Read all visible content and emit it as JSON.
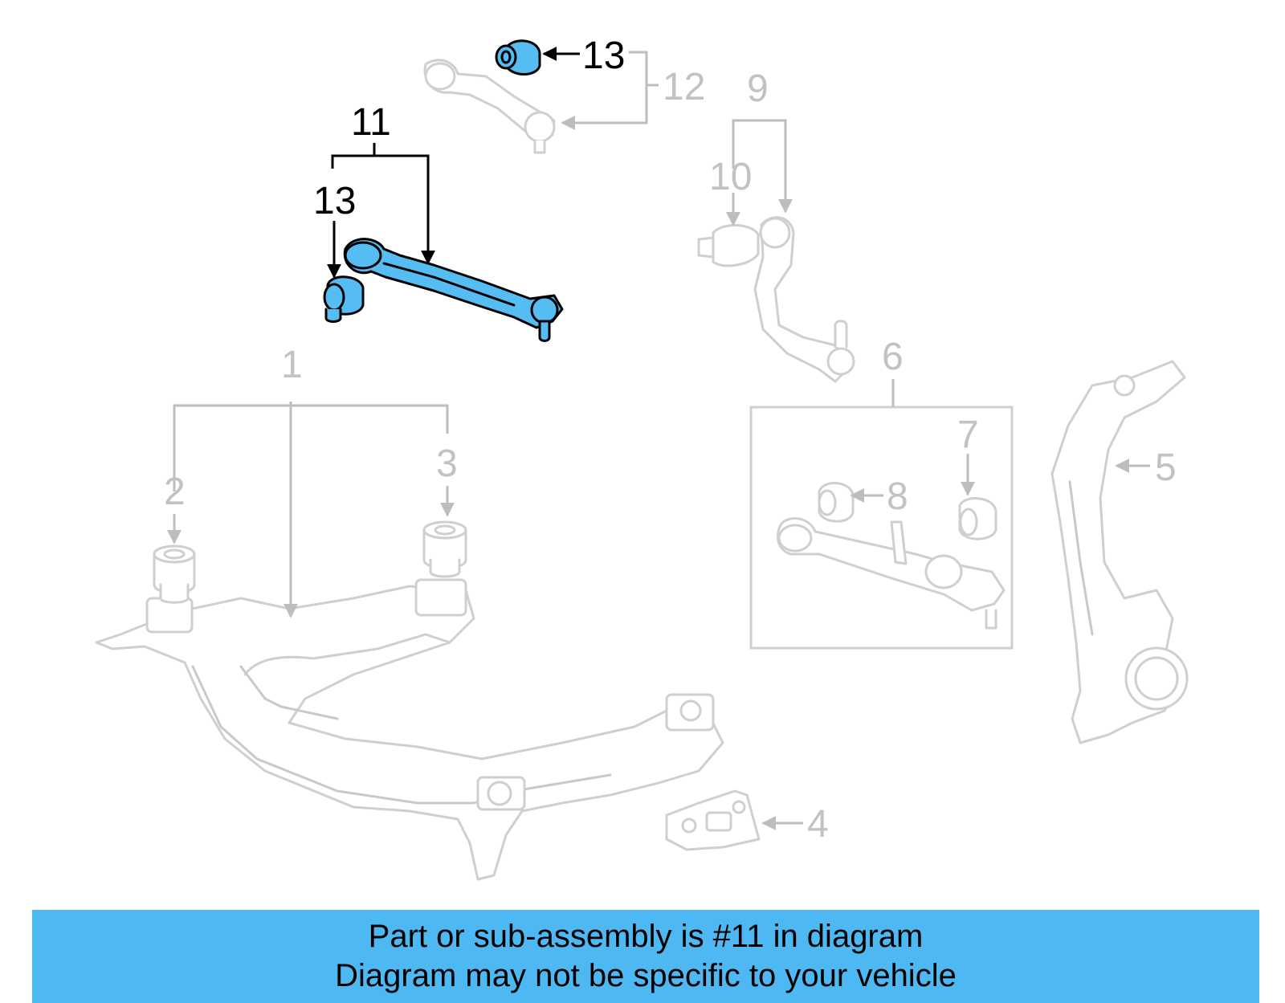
{
  "colors": {
    "highlight": "#56bdf2",
    "banner": "#4db8f2",
    "ghost": "#c2c2c2"
  },
  "callouts": {
    "c1": "1",
    "c2": "2",
    "c3": "3",
    "c4": "4",
    "c5": "5",
    "c6": "6",
    "c7": "7",
    "c8": "8",
    "c9": "9",
    "c10": "10",
    "c11": "11",
    "c12": "12",
    "c13_top": "13",
    "c13_left": "13"
  },
  "highlighted_part": "11",
  "banner": {
    "line1": "Part or sub-assembly is #11 in diagram",
    "line2": "Diagram may not be specific to your vehicle"
  }
}
